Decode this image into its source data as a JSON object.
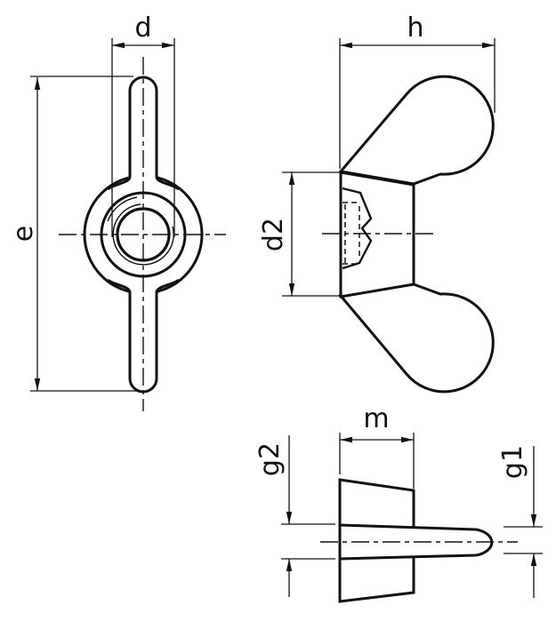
{
  "drawing_title": "wing nut technical drawing, three orthographic views",
  "colors": {
    "line": "#111111",
    "background": "#ffffff"
  },
  "dim_labels": {
    "d": "d",
    "e": "e",
    "h": "h",
    "d2": "d2",
    "m": "m",
    "g2": "g2",
    "g1": "g1"
  }
}
